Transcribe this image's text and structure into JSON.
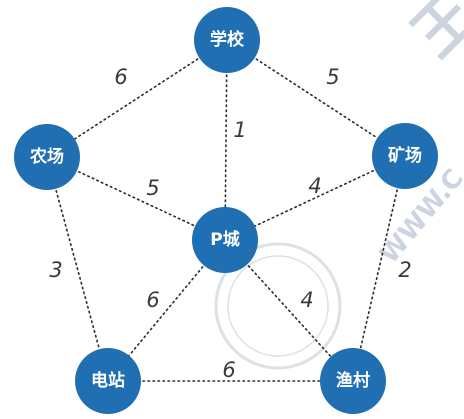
{
  "diagram": {
    "nodes": [
      {
        "id": "school",
        "label": "学校"
      },
      {
        "id": "farm",
        "label": "农场"
      },
      {
        "id": "mine",
        "label": "矿场"
      },
      {
        "id": "city",
        "label": "P城"
      },
      {
        "id": "power",
        "label": "电站"
      },
      {
        "id": "fishing",
        "label": "渔村"
      }
    ],
    "edges": [
      {
        "id": "school-farm",
        "from": "school",
        "to": "farm",
        "weight": "6"
      },
      {
        "id": "school-mine",
        "from": "school",
        "to": "mine",
        "weight": "5"
      },
      {
        "id": "school-city",
        "from": "school",
        "to": "city",
        "weight": "1"
      },
      {
        "id": "farm-city",
        "from": "farm",
        "to": "city",
        "weight": "5"
      },
      {
        "id": "mine-city",
        "from": "mine",
        "to": "city",
        "weight": "4"
      },
      {
        "id": "farm-power",
        "from": "farm",
        "to": "power",
        "weight": "3"
      },
      {
        "id": "mine-fishing",
        "from": "mine",
        "to": "fishing",
        "weight": "2"
      },
      {
        "id": "city-power",
        "from": "city",
        "to": "power",
        "weight": "6"
      },
      {
        "id": "city-fishing",
        "from": "city",
        "to": "fishing",
        "weight": "4"
      },
      {
        "id": "power-fishing",
        "from": "power",
        "to": "fishing",
        "weight": "6"
      }
    ],
    "node_color": "#1f6fb2",
    "edge_style": "dotted"
  },
  "watermark": {
    "logo_text": "王",
    "text": "WWW.C"
  }
}
